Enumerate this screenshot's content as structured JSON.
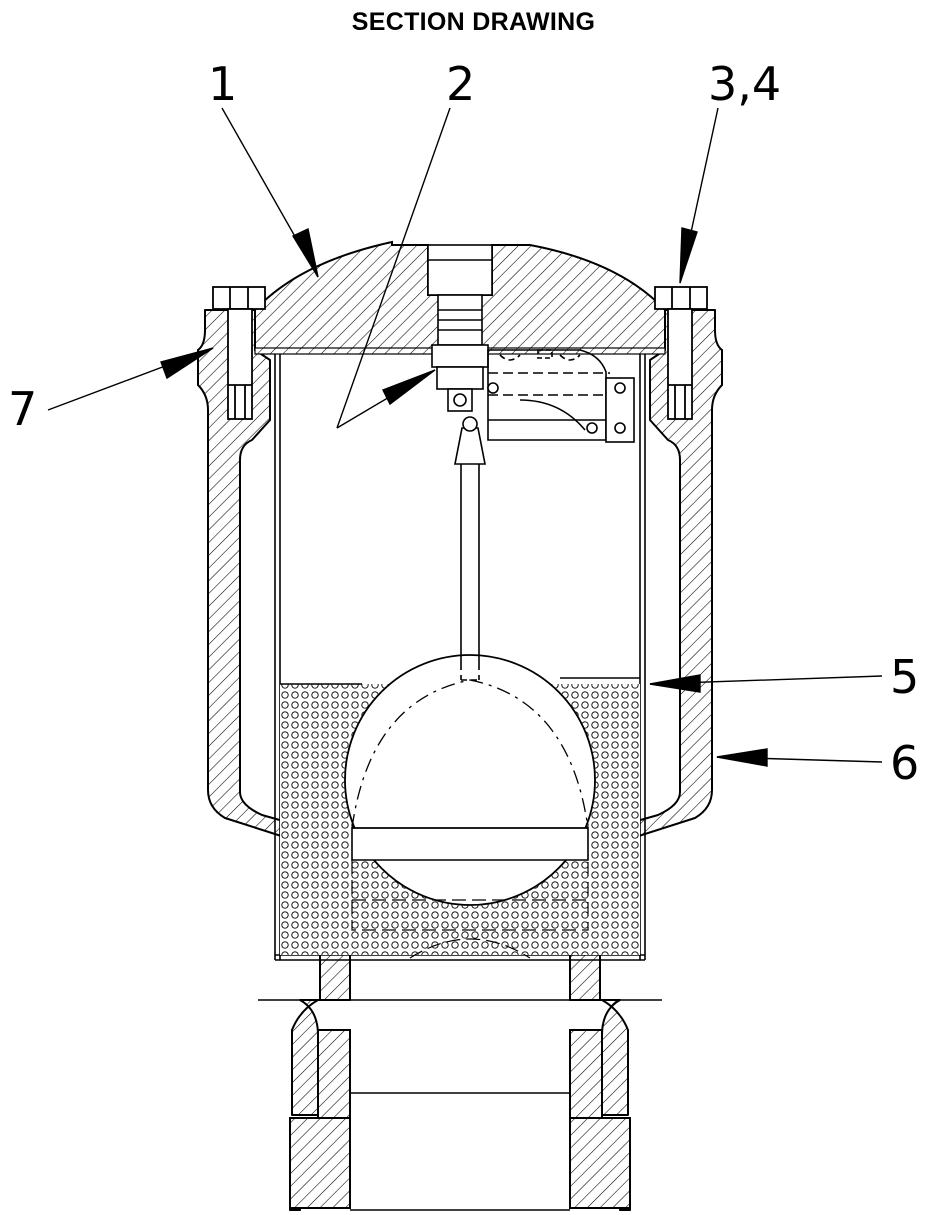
{
  "title": "SECTION DRAWING",
  "callouts": [
    {
      "id": "1",
      "label": "1"
    },
    {
      "id": "2",
      "label": "2"
    },
    {
      "id": "3-4",
      "label": "3,4"
    },
    {
      "id": "5",
      "label": "5"
    },
    {
      "id": "6",
      "label": "6"
    },
    {
      "id": "7",
      "label": "7"
    }
  ],
  "colors": {
    "line": "#000000",
    "background": "#ffffff"
  }
}
